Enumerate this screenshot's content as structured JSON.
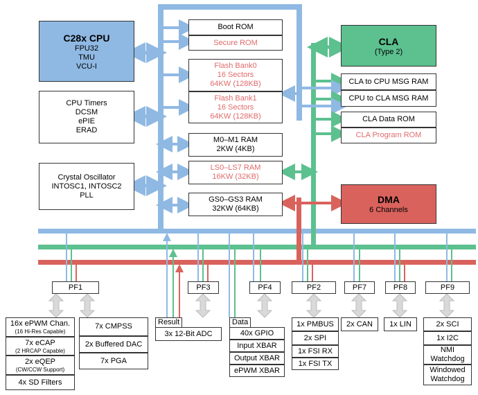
{
  "colors": {
    "blue": "#8fb9e3",
    "green": "#5cc08f",
    "red": "#d9625d",
    "memory_red_text": "#e06a6a",
    "arrow_gray": "#cccccc"
  },
  "cpu": {
    "title": "C28x CPU",
    "lines": [
      "FPU32",
      "TMU",
      "VCU-I"
    ]
  },
  "cpu_periph": [
    "CPU Timers",
    "DCSM",
    "ePIE",
    "ERAD"
  ],
  "clock": [
    "Crystal Oscillator",
    "INTOSC1, INTOSC2",
    "PLL"
  ],
  "memory": {
    "boot_rom": "Boot ROM",
    "secure_rom": "Secure ROM",
    "flash0": [
      "Flash Bank0",
      "16 Sectors",
      "64KW (128KB)"
    ],
    "flash1": [
      "Flash Bank1",
      "16 Sectors",
      "64KW (128KB)"
    ],
    "m0m1": [
      "M0–M1 RAM",
      "2KW (4KB)"
    ],
    "ls": [
      "LS0–LS7 RAM",
      "16KW (32KB)"
    ],
    "gs": [
      "GS0–GS3 RAM",
      "32KW (64KB)"
    ]
  },
  "cla": {
    "title": "CLA",
    "subtitle": "(Type 2)"
  },
  "cla_mem": {
    "cla_to_cpu": "CLA to CPU MSG RAM",
    "cpu_to_cla": "CPU to CLA MSG RAM",
    "data_rom": "CLA Data ROM",
    "program_rom": "CLA Program ROM"
  },
  "dma": {
    "title": "DMA",
    "subtitle": "6 Channels"
  },
  "frames": [
    "PF1",
    "PF3",
    "PF4",
    "PF2",
    "PF7",
    "PF8",
    "PF9"
  ],
  "pf1_periph": [
    {
      "main": "16x ePWM Chan.",
      "sub": "(16 Hi-Res Capable)"
    },
    {
      "main": "7x eCAP",
      "sub": "(2 HRCAP Capable)"
    },
    {
      "main": "2x eQEP",
      "sub": "(CW/CCW Support)"
    },
    {
      "main": "4x SD Filters",
      "sub": ""
    }
  ],
  "analog": [
    "7x CMPSS",
    "2x Buffered DAC",
    "7x PGA"
  ],
  "adc": {
    "tag": "Result",
    "label": "3x 12-Bit ADC"
  },
  "pf4_periph": {
    "tag": "Data",
    "items": [
      "40x GPIO",
      "Input XBAR",
      "Output XBAR",
      "ePWM XBAR"
    ]
  },
  "pf2_periph": [
    "1x PMBUS",
    "2x SPI",
    "1x FSI RX",
    "1x FSI TX"
  ],
  "pf7_periph": [
    "2x CAN"
  ],
  "pf8_periph": [
    "1x LIN"
  ],
  "pf9_periph": [
    "2x SCI",
    "1x I2C",
    "NMI Watchdog",
    "Windowed Watchdog"
  ]
}
